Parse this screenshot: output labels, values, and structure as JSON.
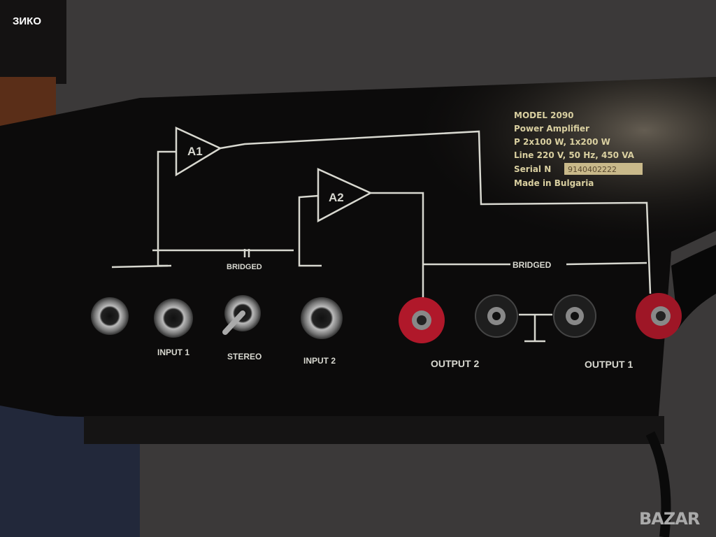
{
  "watermark_top": "ЗИКО",
  "watermark_bottom": "BAZAR",
  "panel": {
    "amp1": "A1",
    "amp2": "A2",
    "bridged_left": "BRIDGED",
    "bridged_right": "BRIDGED",
    "input1": "INPUT 1",
    "stereo": "STEREO",
    "input2": "INPUT 2",
    "output2": "OUTPUT 2",
    "output1": "OUTPUT 1"
  },
  "spec_plate": {
    "model": "MODEL 2090",
    "type": "Power Amplifier",
    "power": "P 2x100 W, 1x200 W",
    "line": "Line 220 V, 50 Hz, 450 VA",
    "serial_label": "Serial N",
    "serial_value": "9140402222",
    "origin": "Made in Bulgaria"
  },
  "colors": {
    "panel": "#0c0b0b",
    "carpet": "#3a3838",
    "red_post": "#b0182a",
    "line": "#d8d8d0"
  }
}
